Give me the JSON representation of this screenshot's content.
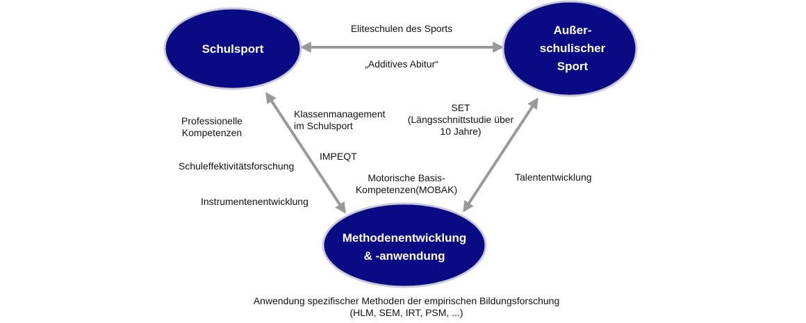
{
  "colors": {
    "node_fill": "#0a0a85",
    "node_stroke": "#c9ccd6",
    "arrow": "#999999",
    "node_text": "#ffffff",
    "label_text": "#111111"
  },
  "nodes": {
    "schulsport": {
      "lines": [
        "Schulsport"
      ]
    },
    "ausserschulisch": {
      "lines": [
        "Außer-",
        "schulischer",
        "Sport"
      ]
    },
    "methoden": {
      "lines": [
        "Methodenentwicklung",
        "& -anwendung"
      ]
    }
  },
  "edges": {
    "top": {
      "label_above": "Eliteschulen des Sports",
      "label_below": "„Additives Abitur“"
    },
    "left": {
      "klassen": [
        "Klassenmanagement",
        "im Schulsport"
      ],
      "impeqt": "IMPEQT",
      "prof": [
        "Professionelle",
        "Kompetenzen"
      ],
      "schul": "Schuleffektivitätsforschung",
      "instr": "Instrumentenentwicklung"
    },
    "right": {
      "set": [
        "SET",
        "(Längsschnittstudie über",
        "10 Jahre)"
      ],
      "talent": "Talententwicklung",
      "mobak": [
        "Motorische Basis-",
        "Kompetenzen(MOBAK)"
      ]
    }
  },
  "bottom": {
    "lines": [
      "Anwendung spezifischer Methoden der empirischen Bildungsforschung",
      "(HLM, SEM, IRT,  PSM, ...)"
    ]
  }
}
